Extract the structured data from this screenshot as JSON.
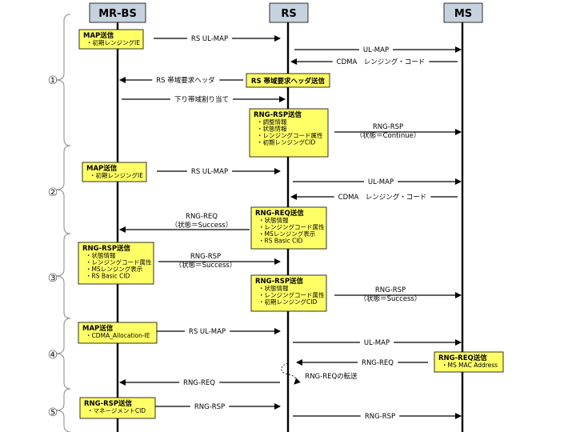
{
  "entities": [
    {
      "key": "mrbs",
      "label": "MR-BS"
    },
    {
      "key": "rs",
      "label": "RS"
    },
    {
      "key": "ms",
      "label": "MS"
    }
  ],
  "phases": [
    "①",
    "②",
    "③",
    "④",
    "⑤"
  ],
  "boxes": [
    {
      "title": "MAP送信",
      "items": [
        "・初期レンジングIE"
      ]
    },
    {
      "title": "RS 帯域要求ヘッダ送信",
      "items": []
    },
    {
      "title": "RNG-RSP送信",
      "items": [
        "・調整情報",
        "・状態情報",
        "・レンジングコード属性",
        "・初期レンジングCID"
      ]
    },
    {
      "title": "MAP送信",
      "items": [
        "・初期レンジングIE"
      ]
    },
    {
      "title": "RNG-REQ送信",
      "items": [
        "・状態情報",
        "・レンジングコード属性",
        "・MSレンジング表示",
        "・RS Basic CID"
      ]
    },
    {
      "title": "RNG-RSP送信",
      "items": [
        "・状態情報",
        "・レンジングコード属性",
        "・MSレンジング表示",
        "・RS Basic CID"
      ]
    },
    {
      "title": "RNG-RSP送信",
      "items": [
        "・状態情報",
        "・レンジングコード属性",
        "・初期レンジングCID"
      ]
    },
    {
      "title": "MAP送信",
      "items": [
        "・CDMA_Allocation-IE"
      ]
    },
    {
      "title": "RNG-REQ送信",
      "items": [
        "・MS MAC Address"
      ]
    },
    {
      "title": "RNG-RSP送信",
      "items": [
        "・マネージメントCID"
      ]
    }
  ],
  "messages": [
    {
      "label": "RS UL-MAP",
      "sub": ""
    },
    {
      "label": "UL-MAP",
      "sub": ""
    },
    {
      "label": "CDMA　レンジング・コード",
      "sub": ""
    },
    {
      "label": "RS 帯域要求ヘッダ",
      "sub": ""
    },
    {
      "label": "下り帯域割り当て",
      "sub": ""
    },
    {
      "label": "RNG-RSP",
      "sub": "（状態＝Continue）"
    },
    {
      "label": "RS UL-MAP",
      "sub": ""
    },
    {
      "label": "UL-MAP",
      "sub": ""
    },
    {
      "label": "CDMA　レンジング・コード",
      "sub": ""
    },
    {
      "label": "RNG-REQ",
      "sub": "（状態＝Success）"
    },
    {
      "label": "RNG-RSP",
      "sub": "（状態＝Success）"
    },
    {
      "label": "RNG-RSP",
      "sub": "（状態＝Success）"
    },
    {
      "label": "RS UL-MAP",
      "sub": ""
    },
    {
      "label": "UL-MAP",
      "sub": ""
    },
    {
      "label": "RNG-REQ",
      "sub": ""
    },
    {
      "label": "RNG-REQの転送",
      "sub": ""
    },
    {
      "label": "RNG-REQ",
      "sub": ""
    },
    {
      "label": "RNG-RSP",
      "sub": ""
    },
    {
      "label": "RNG-RSP",
      "sub": ""
    }
  ],
  "colors": {
    "box_fill": "#ffff66",
    "header_fill": "#c6d2de",
    "line": "#000000",
    "brace": "#888888"
  }
}
